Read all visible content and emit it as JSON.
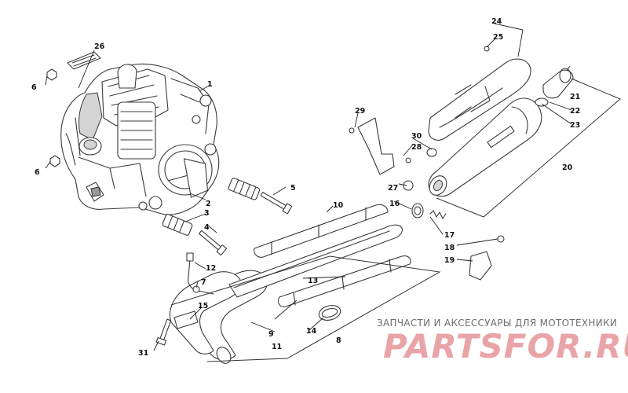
{
  "diagram": {
    "callouts": [
      "1",
      "2",
      "3",
      "4",
      "5",
      "6",
      "6",
      "7",
      "8",
      "9",
      "10",
      "11",
      "12",
      "13",
      "14",
      "15",
      "16",
      "17",
      "18",
      "19",
      "20",
      "21",
      "22",
      "23",
      "24",
      "25",
      "26",
      "27",
      "28",
      "29",
      "30",
      "31"
    ]
  },
  "watermark": {
    "caption": "ЗАПЧАСТИ И АКСЕССУАРЫ ДЛЯ МОТОТЕХНИКИ",
    "logo": "PARTSFOR.RU"
  }
}
